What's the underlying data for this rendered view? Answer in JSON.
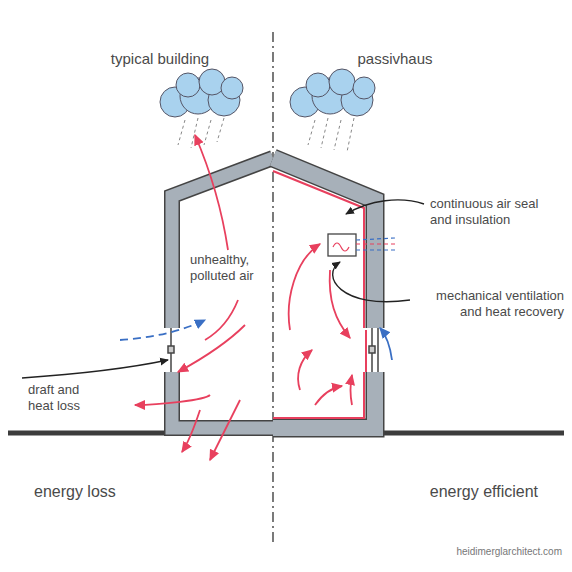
{
  "diagram": {
    "labels": [
      "typical building",
      "passivhaus",
      "continuous air seal and insulation",
      "unhealthy, polluted air",
      "mechanical ventilation and heat recovery",
      "draft and heat loss",
      "energy loss",
      "energy efficient",
      "heidimerglarchitect.com"
    ]
  }
}
